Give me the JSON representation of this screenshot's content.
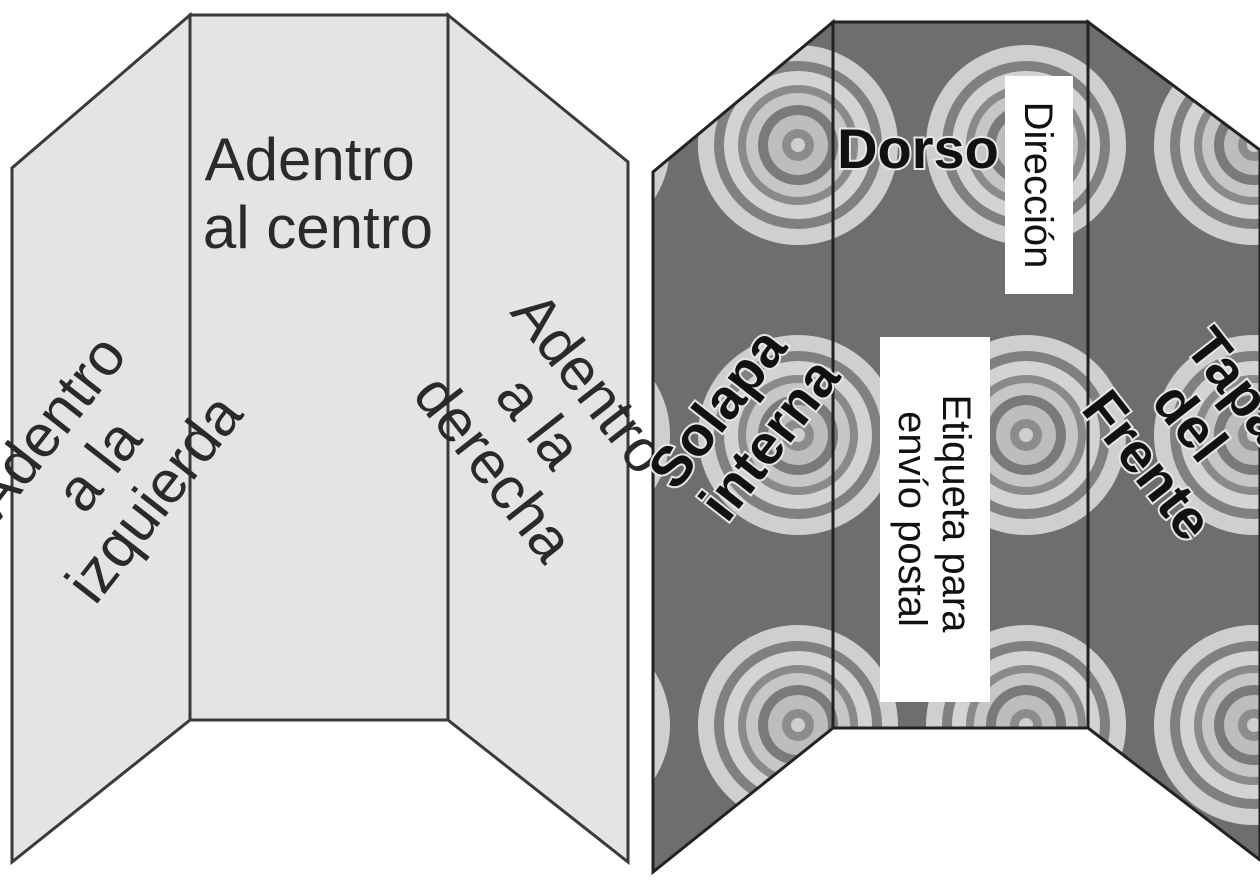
{
  "colors": {
    "inside_panel_fill": "#e4e4e4",
    "panel_stroke": "#3a3a3a",
    "outside_background": "#6e6e6e",
    "pattern_light": "#cfcfcf",
    "pattern_dark": "#7d7d7d",
    "label_box_fill": "#ffffff"
  },
  "inside": {
    "left_panel": {
      "line1": "Adentro",
      "line2": "a la",
      "line3": "izquierda"
    },
    "center_panel": {
      "line1": "Adentro",
      "line2": "al centro"
    },
    "right_panel": {
      "line1": "Adentro",
      "line2": "a la",
      "line3": "derecha"
    }
  },
  "outside": {
    "left_panel": {
      "line1": "Solapa",
      "line2": "interna"
    },
    "center_panel": {
      "title": "Dorso",
      "address_box": "Dirección",
      "mailing_box": {
        "line1": "Etiqueta para",
        "line2": "envío postal"
      }
    },
    "right_panel": {
      "line1": "Tapa",
      "line2": "del",
      "line3": "Frente"
    }
  }
}
